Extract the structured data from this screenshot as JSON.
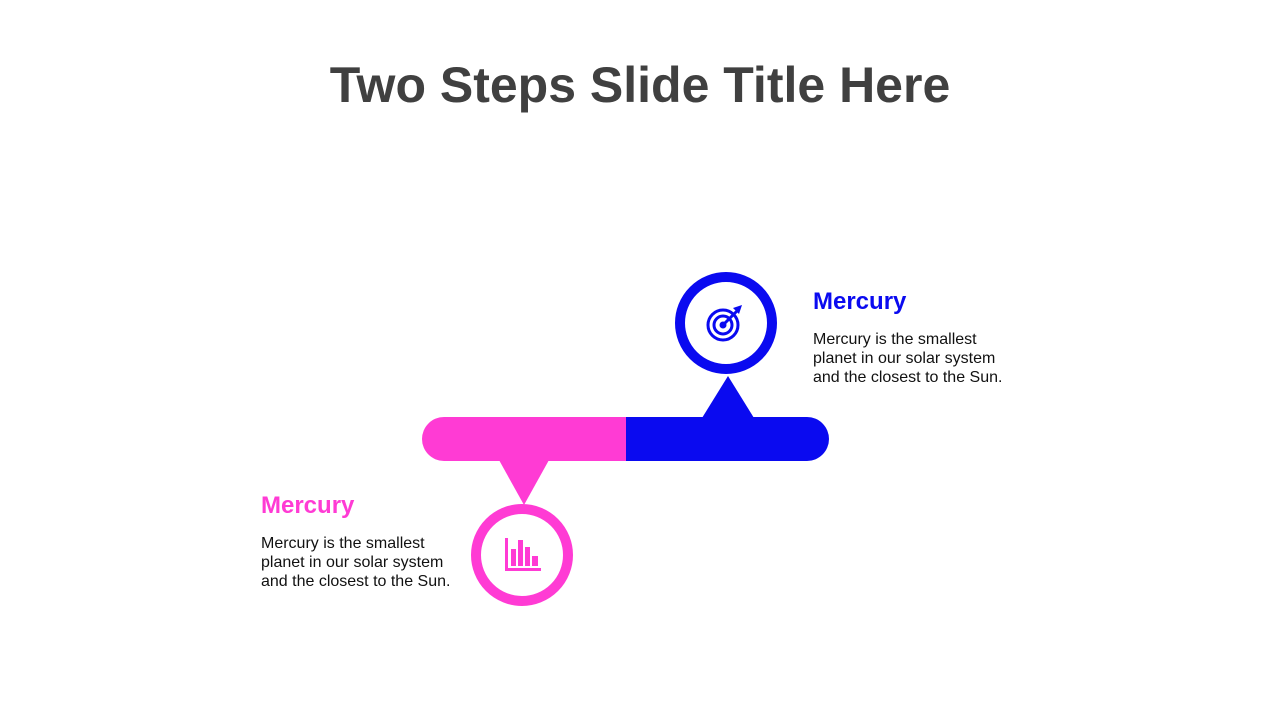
{
  "title": "Two Steps Slide Title Here",
  "colors": {
    "step1": "#ff3bd4",
    "step2": "#0a0af0",
    "title": "#404040"
  },
  "steps": [
    {
      "heading": "Mercury",
      "body": "Mercury is the smallest planet in our solar system and the closest to the Sun.",
      "icon": "bar-chart-icon",
      "color": "#ff3bd4"
    },
    {
      "heading": "Mercury",
      "body": "Mercury is the smallest planet in our solar system and the closest to the Sun.",
      "icon": "target-icon",
      "color": "#0a0af0"
    }
  ]
}
